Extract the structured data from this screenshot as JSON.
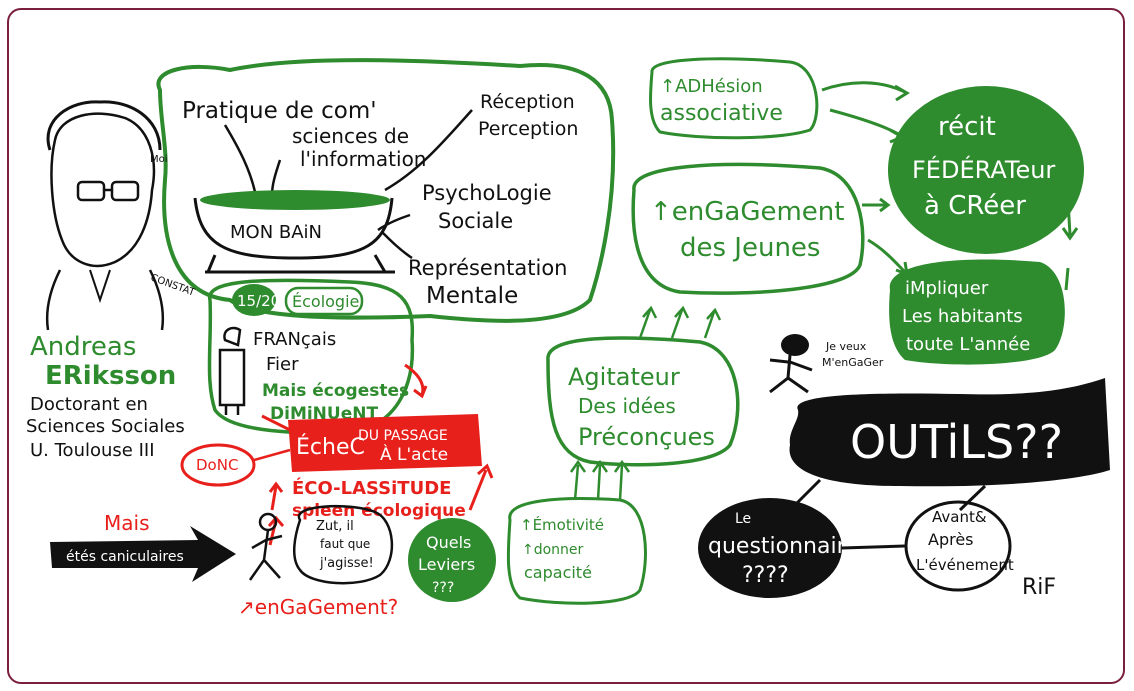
{
  "top_left_bubble": {
    "pratique": "Pratique de com'",
    "sciences_info_1": "sciences de",
    "sciences_info_2": "l'information",
    "reception": "Réception",
    "perception": "Perception",
    "mon_bain": "MON BAiN",
    "psycho_1": "PsychoLogie",
    "psycho_2": "Sociale",
    "repr_1": "Représentation",
    "repr_2": "Mentale"
  },
  "speaker": {
    "moi": "Moi",
    "constat": "CONSTAT",
    "first_name": "Andreas",
    "last_name": "ERiksson",
    "role_1": "Doctorant en",
    "role_2": "Sciences Sociales",
    "role_3": "U. Toulouse III"
  },
  "constat_block": {
    "score": "15/20",
    "ecologie": "Écologie",
    "francais_1": "FRANçais",
    "francais_2": "Fier",
    "ecogestes_1": "Mais écogestes",
    "ecogestes_2": "DiMiNUeNT",
    "echec_1": "ÉcheC",
    "echec_2": "DU PASSAGE",
    "echec_3": "À L'acte",
    "donc": "DoNC",
    "lassitude_1": "ÉCO-LASSiTUDE",
    "lassitude_2": "spleen écologique"
  },
  "bottom_left": {
    "mais": "Mais",
    "arrow_text": "étés caniculaires",
    "bubble_1": "Zut, il",
    "bubble_2": "faut que",
    "bubble_3": "j'agisse!",
    "engagement": "↗enGaGement?"
  },
  "leviers": {
    "quels_1": "Quels",
    "quels_2": "Leviers",
    "quels_3": "???",
    "emotivite_1": "↑Émotivité",
    "emotivite_2": "↑donner",
    "emotivite_3": "capacité"
  },
  "agitateur": {
    "line1": "Agitateur",
    "line2": "Des idées",
    "line3": "Préconçues"
  },
  "top_right": {
    "adhesion_1": "↑ADHésion",
    "adhesion_2": "associative",
    "engagement_1": "↑enGaGement",
    "engagement_2": "des Jeunes",
    "recit_1": "récit",
    "recit_2": "FÉDÉRATeur",
    "recit_3": "à CRéer",
    "impliquer_1": "iMpliquer",
    "impliquer_2": "Les habitants",
    "impliquer_3": "toute L'année",
    "je_veux_1": "Je veux",
    "je_veux_2": "M'enGaGer"
  },
  "outils": {
    "title": "OUTiLS??",
    "questionnaire_1": "Le",
    "questionnaire_2": "questionnaire",
    "questionnaire_3": "????",
    "avant_1": "Avant&",
    "avant_2": "Après",
    "avant_3": "L'événement",
    "signature": "RiF"
  },
  "colors": {
    "green": "#2e8b2e",
    "red": "#e8201c",
    "black": "#111111",
    "frame": "#7a1f3c"
  }
}
